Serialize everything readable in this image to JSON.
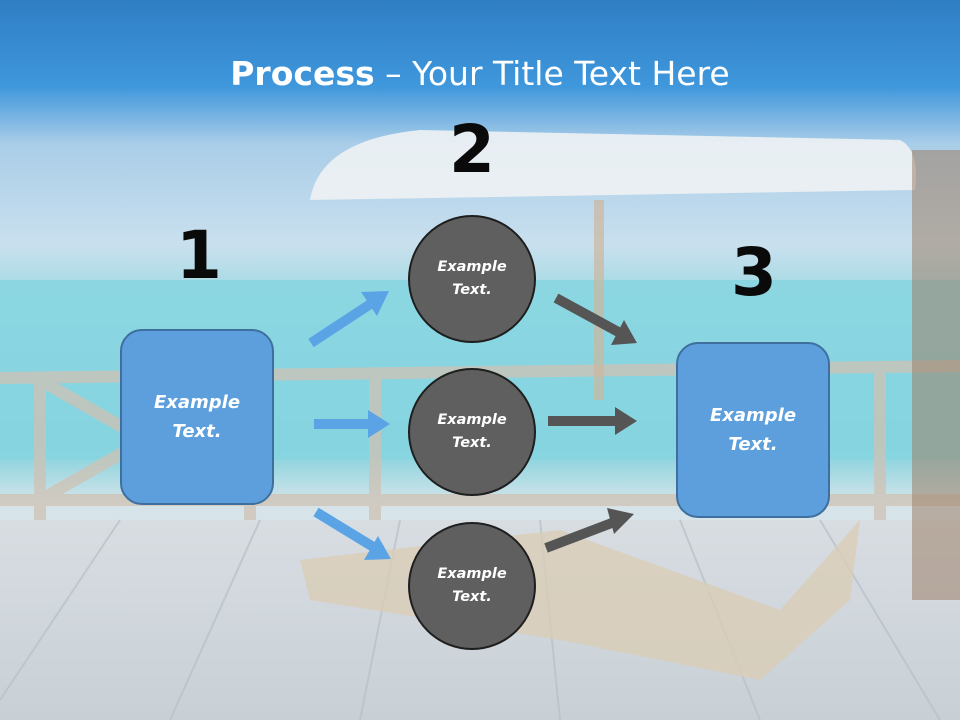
{
  "title": {
    "bold": "Process",
    "rest": " – Your Title Text Here"
  },
  "steps": [
    {
      "number": "1",
      "line1": "Example",
      "line2": "Text."
    },
    {
      "number": "2",
      "line1": "Example",
      "line2": "Text."
    },
    {
      "number": "3",
      "line1": "Example",
      "line2": "Text."
    }
  ],
  "circles": [
    {
      "line1": "Example",
      "line2": "Text."
    },
    {
      "line1": "Example",
      "line2": "Text."
    },
    {
      "line1": "Example",
      "line2": "Text."
    }
  ],
  "colors": {
    "box_fill": "#5c9fdc",
    "circle_fill": "#5f5f5f",
    "arrow_blue": "#5aa4e6",
    "arrow_gray": "#555555"
  }
}
